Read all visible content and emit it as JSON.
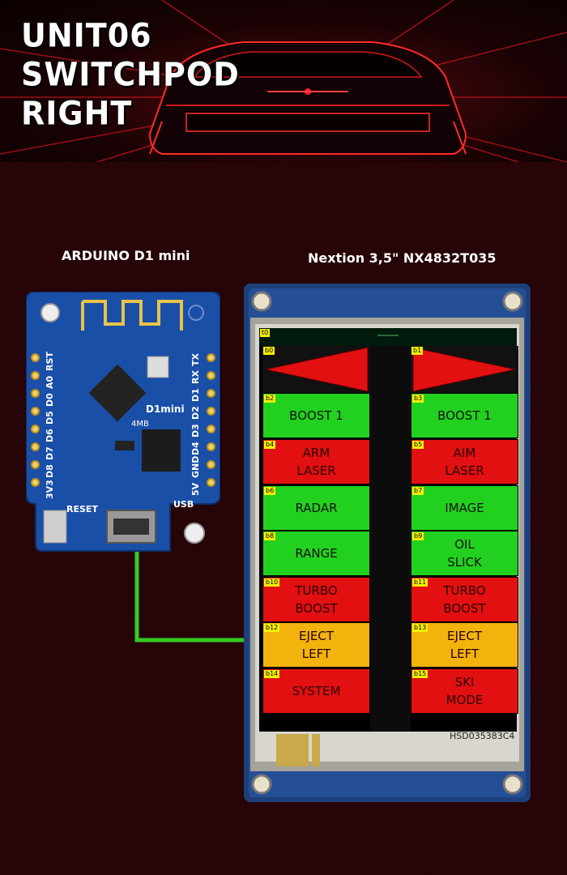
{
  "title_lines": [
    "UNIT06",
    "SWITCHPOD",
    "RIGHT"
  ],
  "labels": {
    "arduino": "ARDUINO D1 mini",
    "nextion": "Nextion 3,5\" NX4832T035"
  },
  "arduino_board": {
    "left_pins": [
      "RST",
      "A0",
      "D0",
      "D5",
      "D6",
      "D7",
      "D8",
      "3V3"
    ],
    "right_pins": [
      "TX",
      "RX",
      "D1",
      "D2",
      "D3",
      "D4",
      "GND",
      "5V"
    ],
    "chip_label": "D1mini",
    "flash_label": "4MB",
    "reset_label": "RESET",
    "usb_label": "USB"
  },
  "nextion_screen": {
    "top_tag": "t0",
    "arrows": [
      {
        "tag": "b0",
        "direction": "left"
      },
      {
        "tag": "b1",
        "direction": "right"
      }
    ],
    "rows": [
      [
        {
          "tag": "b2",
          "label": "BOOST 1",
          "color": "green"
        },
        {
          "tag": "b3",
          "label": "BOOST 1",
          "color": "green"
        }
      ],
      [
        {
          "tag": "b4",
          "label": "ARM\nLASER",
          "color": "red"
        },
        {
          "tag": "b5",
          "label": "AIM\nLASER",
          "color": "red"
        }
      ],
      [
        {
          "tag": "b6",
          "label": "RADAR",
          "color": "green"
        },
        {
          "tag": "b7",
          "label": "IMAGE",
          "color": "green"
        }
      ],
      [
        {
          "tag": "b8",
          "label": "RANGE",
          "color": "green"
        },
        {
          "tag": "b9",
          "label": "OIL\nSLICK",
          "color": "green"
        }
      ],
      [
        {
          "tag": "b10",
          "label": "TURBO\nBOOST",
          "color": "red"
        },
        {
          "tag": "b11",
          "label": "TURBO\nBOOST",
          "color": "red"
        }
      ],
      [
        {
          "tag": "b12",
          "label": "EJECT\nLEFT",
          "color": "amber"
        },
        {
          "tag": "b13",
          "label": "EJECT\nLEFT",
          "color": "amber"
        }
      ],
      [
        {
          "tag": "b14",
          "label": "SYSTEM",
          "color": "red"
        },
        {
          "tag": "b15",
          "label": "SKI\nMODE",
          "color": "red"
        }
      ]
    ],
    "model_print": "HSD035383C4"
  },
  "colors": {
    "wire": "#33cc22",
    "board_blue": "#1a4fa8",
    "pcb_blue": "#1d3f7a",
    "green": "#22d11f",
    "red": "#e21010",
    "amber": "#f2b30d"
  }
}
